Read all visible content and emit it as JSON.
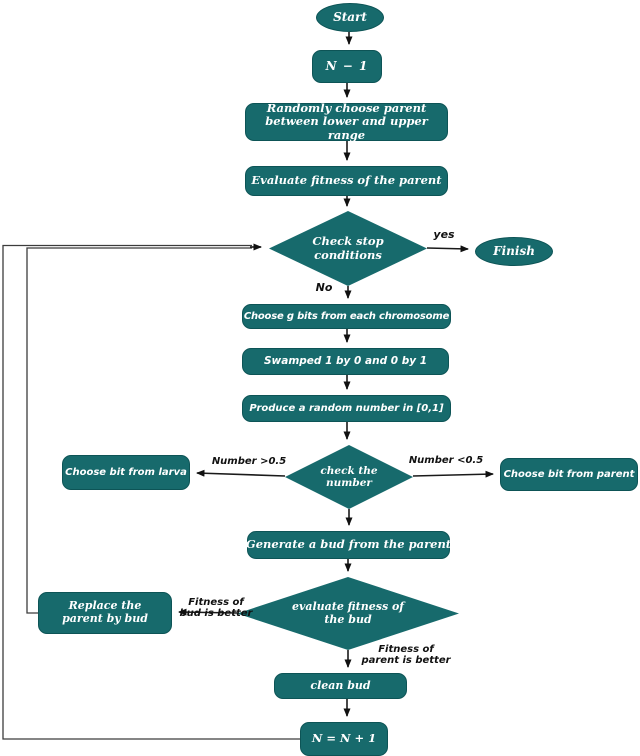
{
  "colors": {
    "shape_fill": "#176a6c",
    "shape_text": "#ffffff",
    "connector": "#1a1a1a"
  },
  "nodes": {
    "start": {
      "label": "Start"
    },
    "n_minus_1": {
      "label": "N − 1"
    },
    "random_parent": {
      "label": "Randomly choose parent between lower and upper range"
    },
    "evaluate_parent": {
      "label": "Evaluate fitness of the parent"
    },
    "check_stop": {
      "label": "Check stop conditions"
    },
    "finish": {
      "label": "Finish"
    },
    "choose_g_bits": {
      "label": "Choose g bits from each chromosome"
    },
    "swamped": {
      "label": "Swamped 1 by 0 and 0 by 1"
    },
    "produce_random": {
      "label": "Produce a random number in [0,1]"
    },
    "check_number": {
      "label": "check the number"
    },
    "choose_bit_larva": {
      "label": "Choose bit from larva"
    },
    "choose_bit_parent": {
      "label": "Choose bit from parent"
    },
    "generate_bud": {
      "label": "Generate a bud from the parent"
    },
    "evaluate_bud": {
      "label": "evaluate fitness of the bud"
    },
    "replace_parent": {
      "label": "Replace the parent by bud"
    },
    "clean_bud": {
      "label": "clean bud"
    },
    "n_plus_1": {
      "label": "N = N + 1"
    }
  },
  "edge_labels": {
    "yes": "yes",
    "no": "No",
    "number_gt": "Number >0.5",
    "number_lt": "Number <0.5",
    "fitness_bud": "Fitness of bud is better",
    "fitness_parent": "Fitness of parent is better"
  }
}
